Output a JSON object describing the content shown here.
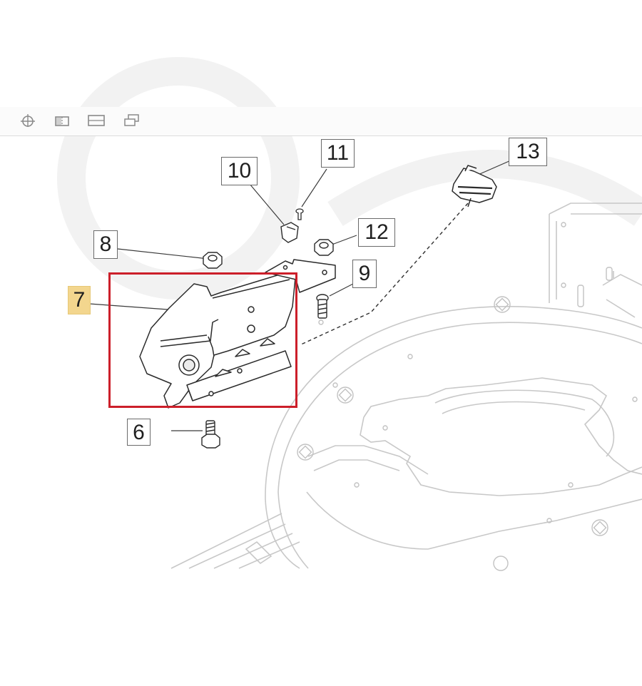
{
  "toolbar": {
    "icons": [
      "crosshair-icon",
      "grid-view-icon",
      "single-view-icon",
      "multi-view-icon"
    ]
  },
  "callouts": {
    "c6": "6",
    "c7": "7",
    "c8": "8",
    "c9": "9",
    "c10": "10",
    "c11": "11",
    "c12": "12",
    "c13": "13"
  },
  "selected_part": "7",
  "colors": {
    "highlight": "#f3d68e",
    "selection_border": "#cc1f2a",
    "line_art": "#2b2b2b",
    "background_art": "#c9c9c9"
  }
}
